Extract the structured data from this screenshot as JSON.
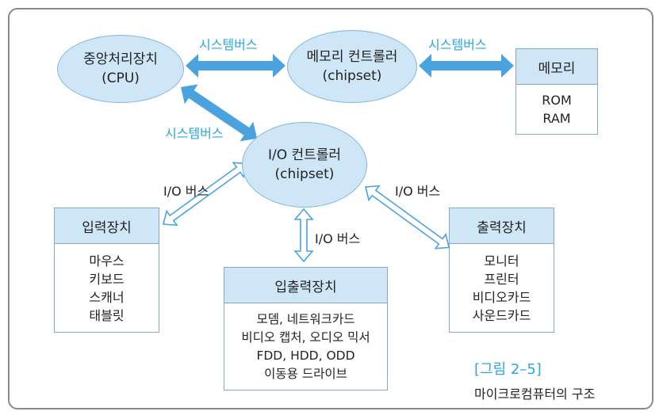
{
  "nodes": {
    "cpu": {
      "line1": "중앙처리장치",
      "line2": "(CPU)"
    },
    "memory_controller": {
      "line1": "메모리 컨트롤러",
      "line2": "(chipset)"
    },
    "io_controller": {
      "line1": "I/O 컨트롤러",
      "line2": "(chipset)"
    },
    "memory": {
      "title": "메모리",
      "items": [
        "ROM",
        "RAM"
      ]
    },
    "input_device": {
      "title": "입력장치",
      "items": [
        "마우스",
        "키보드",
        "스캐너",
        "태블릿"
      ]
    },
    "output_device": {
      "title": "출력장치",
      "items": [
        "모니터",
        "프린터",
        "비디오카드",
        "사운드카드"
      ]
    },
    "io_device": {
      "title": "입출력장치",
      "items": [
        "모뎀, 네트워크카드",
        "비디오 캡처, 오디오 믹서",
        "FDD, HDD, ODD",
        "이동용 드라이브"
      ]
    }
  },
  "bus_labels": {
    "system_bus_1": "시스템버스",
    "system_bus_2": "시스템버스",
    "system_bus_3": "시스템버스",
    "io_bus_left": "I/O 버스",
    "io_bus_center": "I/O 버스",
    "io_bus_right": "I/O 버스"
  },
  "caption": {
    "number": "[그림 2–5]",
    "text": "마이크로컴퓨터의 구조"
  },
  "colors": {
    "node_fill": "#cfe6f7",
    "system_bus_arrow": "#4aa3df",
    "io_bus_arrow_stroke": "#4aa3df",
    "system_bus_label": "#2aa7df"
  }
}
